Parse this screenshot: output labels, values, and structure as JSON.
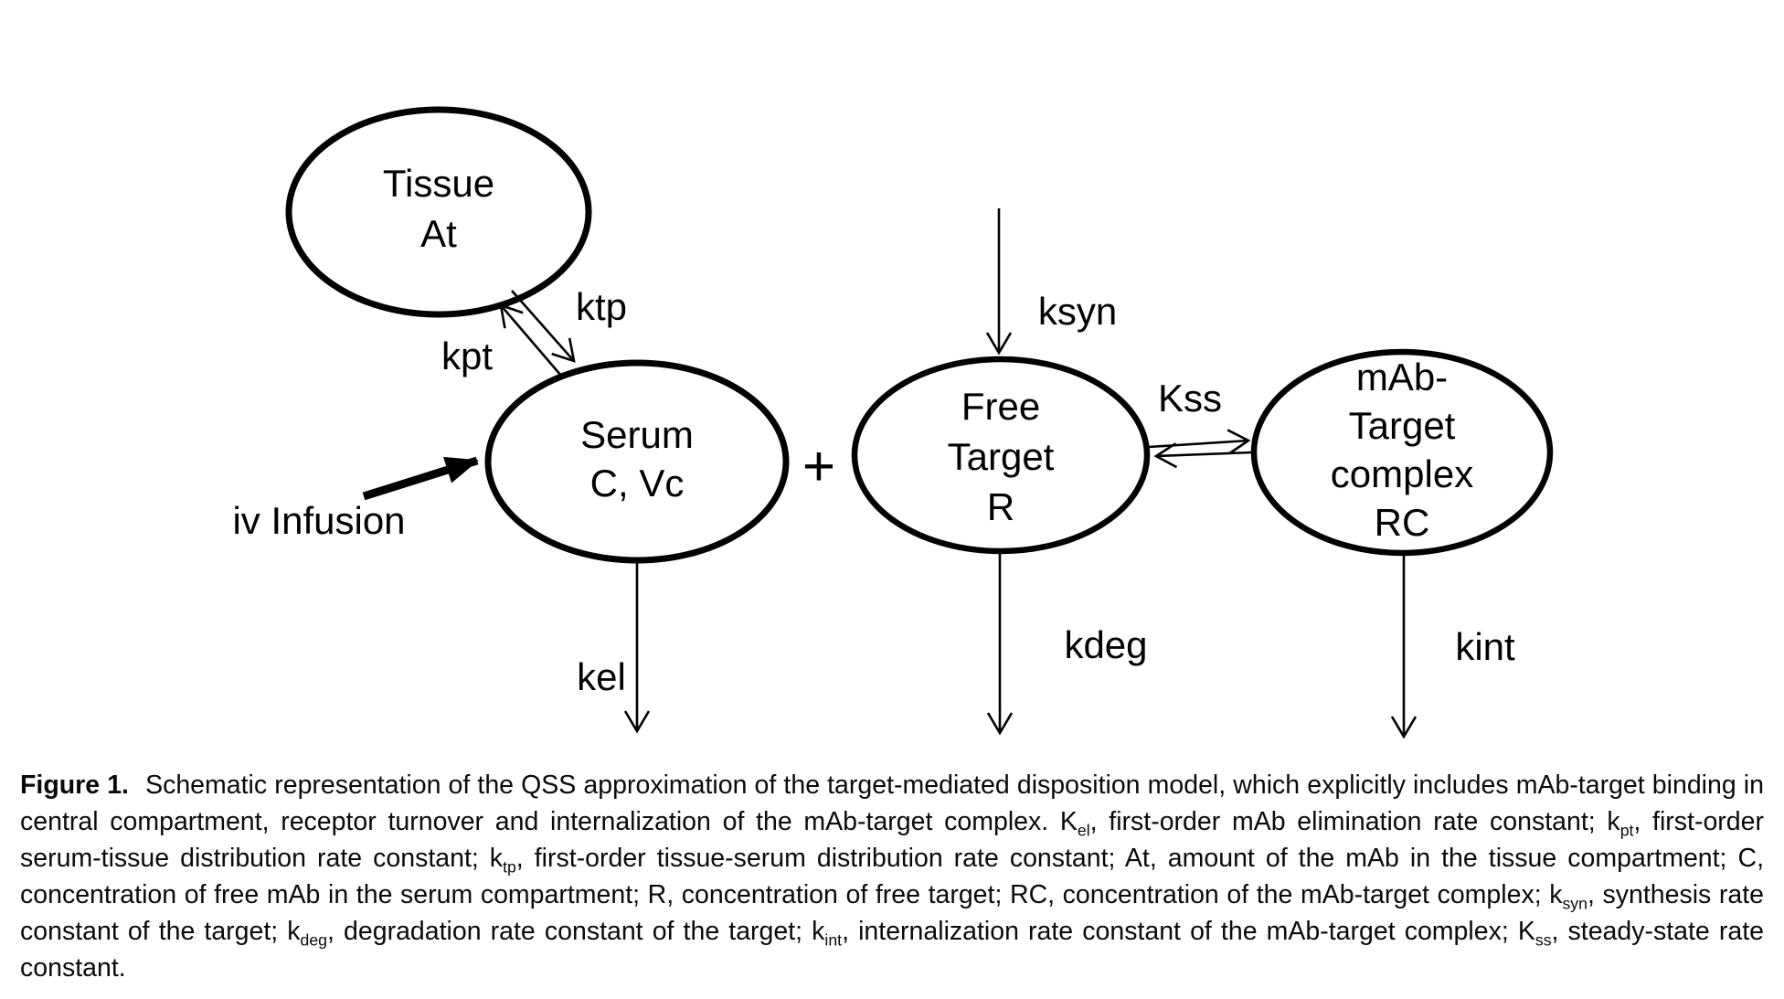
{
  "figure": {
    "nodes": {
      "tissue": {
        "lines": [
          "Tissue",
          "At"
        ]
      },
      "serum": {
        "lines": [
          "Serum",
          "C, Vc"
        ]
      },
      "free_target": {
        "lines": [
          "Free",
          "Target",
          "R"
        ]
      },
      "complex": {
        "lines": [
          "mAb-",
          "Target",
          "complex",
          "RC"
        ]
      }
    },
    "labels": {
      "ktp": "ktp",
      "kpt": "kpt",
      "kel": "kel",
      "ksyn": "ksyn",
      "kss": "Kss",
      "kdeg": "kdeg",
      "kint": "kint",
      "iv_infusion": "iv Infusion",
      "plus": "+"
    }
  },
  "caption": {
    "parts": [
      "Figure 1.",
      " Schematic representation of the QSS approximation of the target-mediated disposition model, which explicitly includes mAb-target binding in central compartment, receptor turnover and internalization of the mAb-target complex. K",
      "el",
      ", first-order mAb elimination rate constant; k",
      "pt",
      ", first-order serum-tissue distribution rate constant; k",
      "tp",
      ", first-order tissue-serum distribution rate constant; At, amount of the mAb in the tissue compartment; C, concentration of free mAb in the serum compartment; R, concentration of free target; RC, concentration of the mAb-target complex; k",
      "syn",
      ", synthesis rate constant of the target; k",
      "deg",
      ", degradation rate constant of the target; k",
      "int",
      ", internalization rate constant of the mAb-target complex; K",
      "ss",
      ", steady-state rate constant."
    ]
  },
  "colors": {
    "ink": "#000000",
    "background": "#ffffff"
  }
}
